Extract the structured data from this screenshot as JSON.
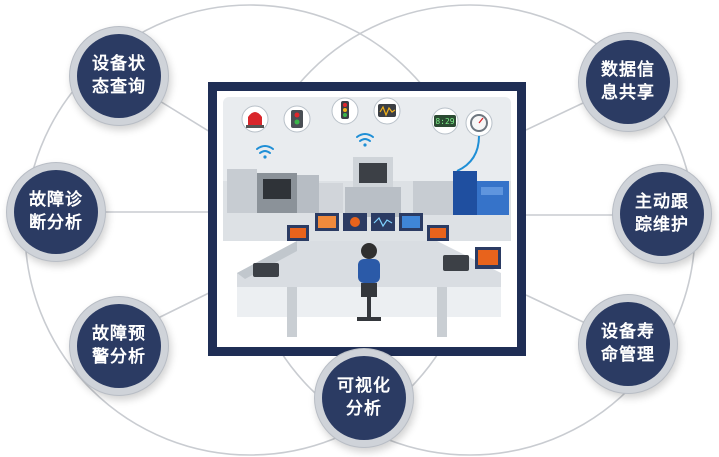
{
  "colors": {
    "node_fill": "#2b3b63",
    "node_ring": "#cfd3d9",
    "connector": "#c9ccd1",
    "panel_frame": "#1f2e55",
    "screen_accent": "#e8631c",
    "wifi_blue": "#1f8fd6"
  },
  "nodes": {
    "status_query": "设备状\n态查询",
    "fault_diagnosis": "故障诊\n断分析",
    "fault_warning": "故障预\n警分析",
    "visual_analysis": "可视化\n分析",
    "lifespan_management": "设备寿\n命管理",
    "active_tracking": "主动跟\n踪维护",
    "data_sharing": "数据信\n息共享"
  },
  "illustration": {
    "clock_display": "8:29"
  }
}
